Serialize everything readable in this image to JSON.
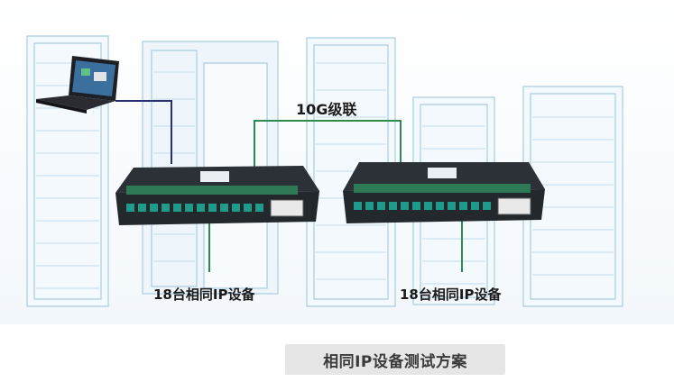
{
  "diagram": {
    "link_label": "10G级联",
    "left_group_label": "18台相同IP设备",
    "right_group_label": "18台相同IP设备",
    "caption": "相同IP设备测试方案"
  },
  "colors": {
    "rack_outline": "#9fc3dc",
    "switch_body": "#2b3137",
    "switch_face": "#2f7a56",
    "port_accent": "#1f9b8c",
    "link_green": "#2e8b4f",
    "laptop_link_navy": "#2a2f6e",
    "caption_bg": "#e6e6e6"
  },
  "icons": {
    "laptop": "laptop-icon",
    "switch": "network-switch-icon",
    "rack": "server-rack-icon"
  }
}
